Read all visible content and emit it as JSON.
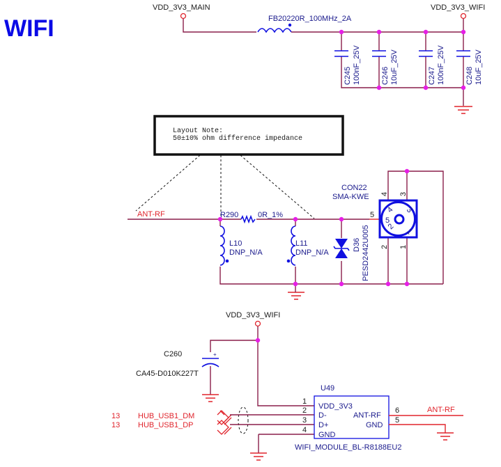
{
  "title": "WIFI",
  "power": {
    "net_main": "VDD_3V3_MAIN",
    "net_wifi": "VDD_3V3_WIFI",
    "net_wifi_module": "VDD_3V3_WIFI",
    "ferrite": "FB20220R_100MHz_2A",
    "capacitors": [
      {
        "ref": "C245",
        "value": "100nF_25V"
      },
      {
        "ref": "C246",
        "value": "10uF_25V"
      },
      {
        "ref": "C247",
        "value": "100nF_25V"
      },
      {
        "ref": "C248",
        "value": "10uF_25V"
      }
    ]
  },
  "layout_note": {
    "line1": "Layout Note:",
    "line2": "50±10% ohm difference impedance"
  },
  "rf": {
    "net": "ANT-RF",
    "resistor": {
      "ref": "R290",
      "value": "0R_1%"
    },
    "inductors": [
      {
        "ref": "L10",
        "value": "DNP_N/A"
      },
      {
        "ref": "L11",
        "value": "DNP_N/A"
      }
    ],
    "diode": {
      "ref": "D36",
      "value": "PESD2442U005"
    },
    "connector": {
      "ref": "CON22",
      "value": "SMA-KWE",
      "pins": [
        "1",
        "2",
        "3",
        "4",
        "5"
      ]
    }
  },
  "module": {
    "ref": "U49",
    "part": "WIFI_MODULE_BL-R8188EU2",
    "left_pins": [
      {
        "num": "1",
        "name": "VDD_3V3"
      },
      {
        "num": "2",
        "name": "D-"
      },
      {
        "num": "3",
        "name": "D+"
      },
      {
        "num": "4",
        "name": "GND"
      }
    ],
    "right_pins": [
      {
        "num": "6",
        "name": "ANT-RF"
      },
      {
        "num": "5",
        "name": "GND"
      }
    ],
    "ant_net": "ANT-RF"
  },
  "bulk_cap": {
    "ref": "C260",
    "value": "CA45-D010K227T"
  },
  "usb": [
    {
      "sheet": "13",
      "net": "HUB_USB1_DM"
    },
    {
      "sheet": "13",
      "net": "HUB_USB1_DP"
    }
  ]
}
